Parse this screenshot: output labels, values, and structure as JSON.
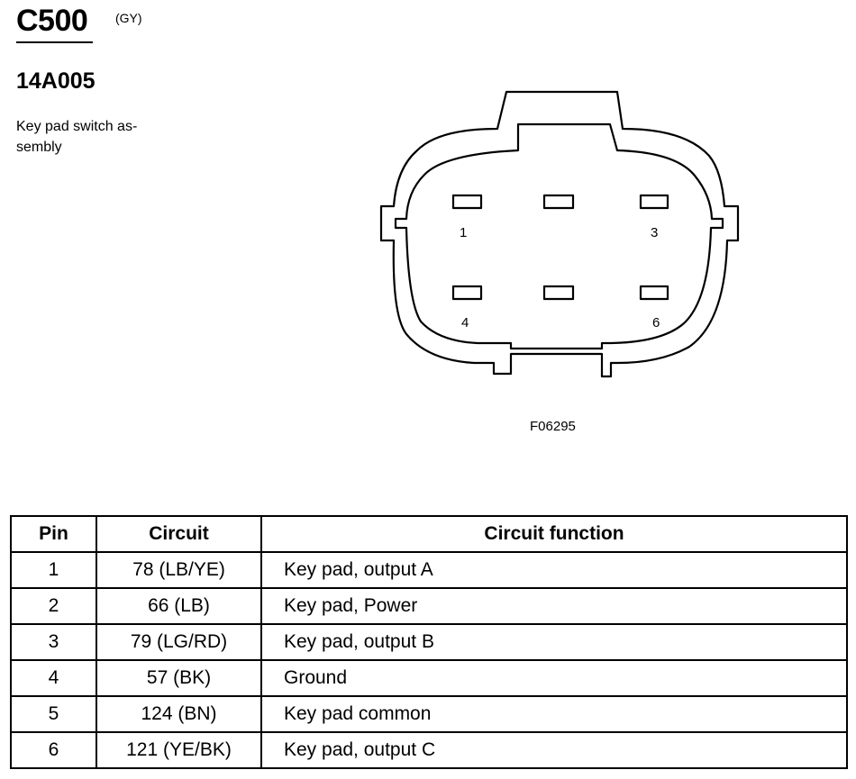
{
  "connector": {
    "id": "C500",
    "color_code": "(GY)",
    "part_number": "14A005",
    "description": "Key pad switch as-\nsembly"
  },
  "diagram": {
    "figure_id": "F06295",
    "pin_labels": [
      "1",
      "3",
      "4",
      "6"
    ]
  },
  "table": {
    "headers": [
      "Pin",
      "Circuit",
      "Circuit function"
    ],
    "rows": [
      {
        "pin": "1",
        "circuit": "78 (LB/YE)",
        "function": "Key pad, output A"
      },
      {
        "pin": "2",
        "circuit": "66 (LB)",
        "function": "Key pad, Power"
      },
      {
        "pin": "3",
        "circuit": "79 (LG/RD)",
        "function": "Key pad, output B"
      },
      {
        "pin": "4",
        "circuit": "57 (BK)",
        "function": "Ground"
      },
      {
        "pin": "5",
        "circuit": "124 (BN)",
        "function": "Key pad common"
      },
      {
        "pin": "6",
        "circuit": "121 (YE/BK)",
        "function": "Key pad, output C"
      }
    ]
  }
}
